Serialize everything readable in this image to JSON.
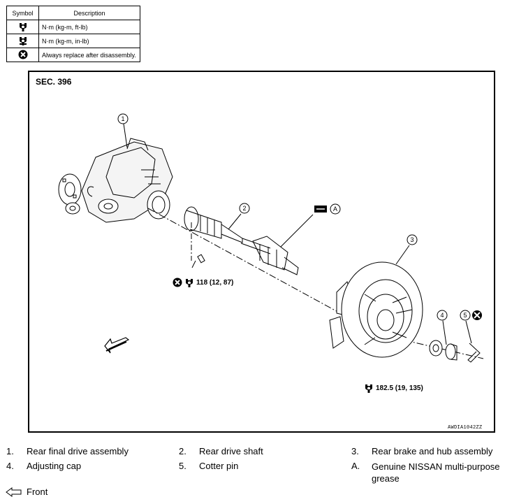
{
  "legend": {
    "header_symbol": "Symbol",
    "header_description": "Description",
    "rows": [
      {
        "icon": "torque-wrench-ftlb-icon",
        "description": "N·m (kg-m, ft-lb)"
      },
      {
        "icon": "torque-wrench-inlb-icon",
        "description": "N·m (kg-m, in-lb)"
      },
      {
        "icon": "always-replace-icon",
        "description": "Always replace after disassembly."
      }
    ]
  },
  "diagram": {
    "section": "SEC. 396",
    "code": "AWDIA1042ZZ",
    "callouts": [
      "1",
      "2",
      "3",
      "4",
      "5",
      "A"
    ],
    "torques": {
      "drive_shaft_bolt": "118 (12, 87)",
      "hub_nut": "182.5 (19, 135)"
    }
  },
  "parts": [
    {
      "num": "1.",
      "label": "Rear final drive assembly"
    },
    {
      "num": "2.",
      "label": "Rear drive shaft"
    },
    {
      "num": "3.",
      "label": "Rear brake and hub assembly"
    },
    {
      "num": "4.",
      "label": "Adjusting cap"
    },
    {
      "num": "5.",
      "label": "Cotter pin"
    },
    {
      "num": "A.",
      "label": "Genuine NISSAN multi-purpose grease"
    }
  ],
  "front_label": "Front"
}
